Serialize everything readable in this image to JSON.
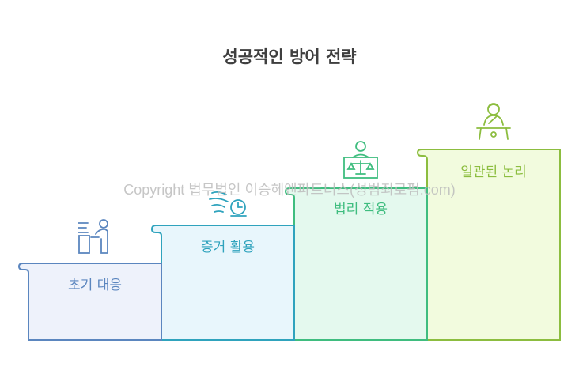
{
  "title": "성공적인 방어 전략",
  "watermark": "Copyright 법무법인 이승헤앤파트너스(성범죄로펌.com)",
  "steps": [
    {
      "label": "초기 대응",
      "icon": "lawyer-at-desk-icon",
      "color": "#5b86bf",
      "fill": "#eef2fb"
    },
    {
      "label": "증거 활용",
      "icon": "evidence-timer-icon",
      "color": "#2fa3bd",
      "fill": "#e8f6fc"
    },
    {
      "label": "법리 적용",
      "icon": "scales-of-justice-icon",
      "color": "#3fbd7f",
      "fill": "#e4f9ee"
    },
    {
      "label": "일관된 논리",
      "icon": "judge-at-podium-icon",
      "color": "#8cbd3f",
      "fill": "#f2fbde"
    }
  ]
}
